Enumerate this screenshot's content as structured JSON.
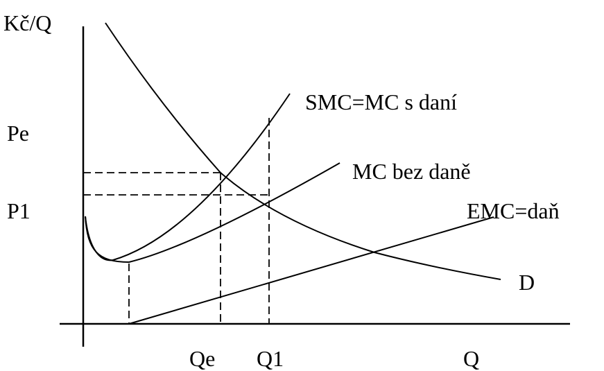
{
  "axes": {
    "y_label": "Kč/Q",
    "x_label": "Q"
  },
  "price_ticks": {
    "pe": "Pe",
    "p1": "P1"
  },
  "quantity_ticks": {
    "qe": "Qe",
    "q1": "Q1"
  },
  "curves": {
    "smc": "SMC=MC s daní",
    "mc": "MC bez daně",
    "emc": "EMC=daň",
    "demand": "D"
  },
  "colors": {
    "ink": "#000000",
    "background": "#ffffff"
  }
}
